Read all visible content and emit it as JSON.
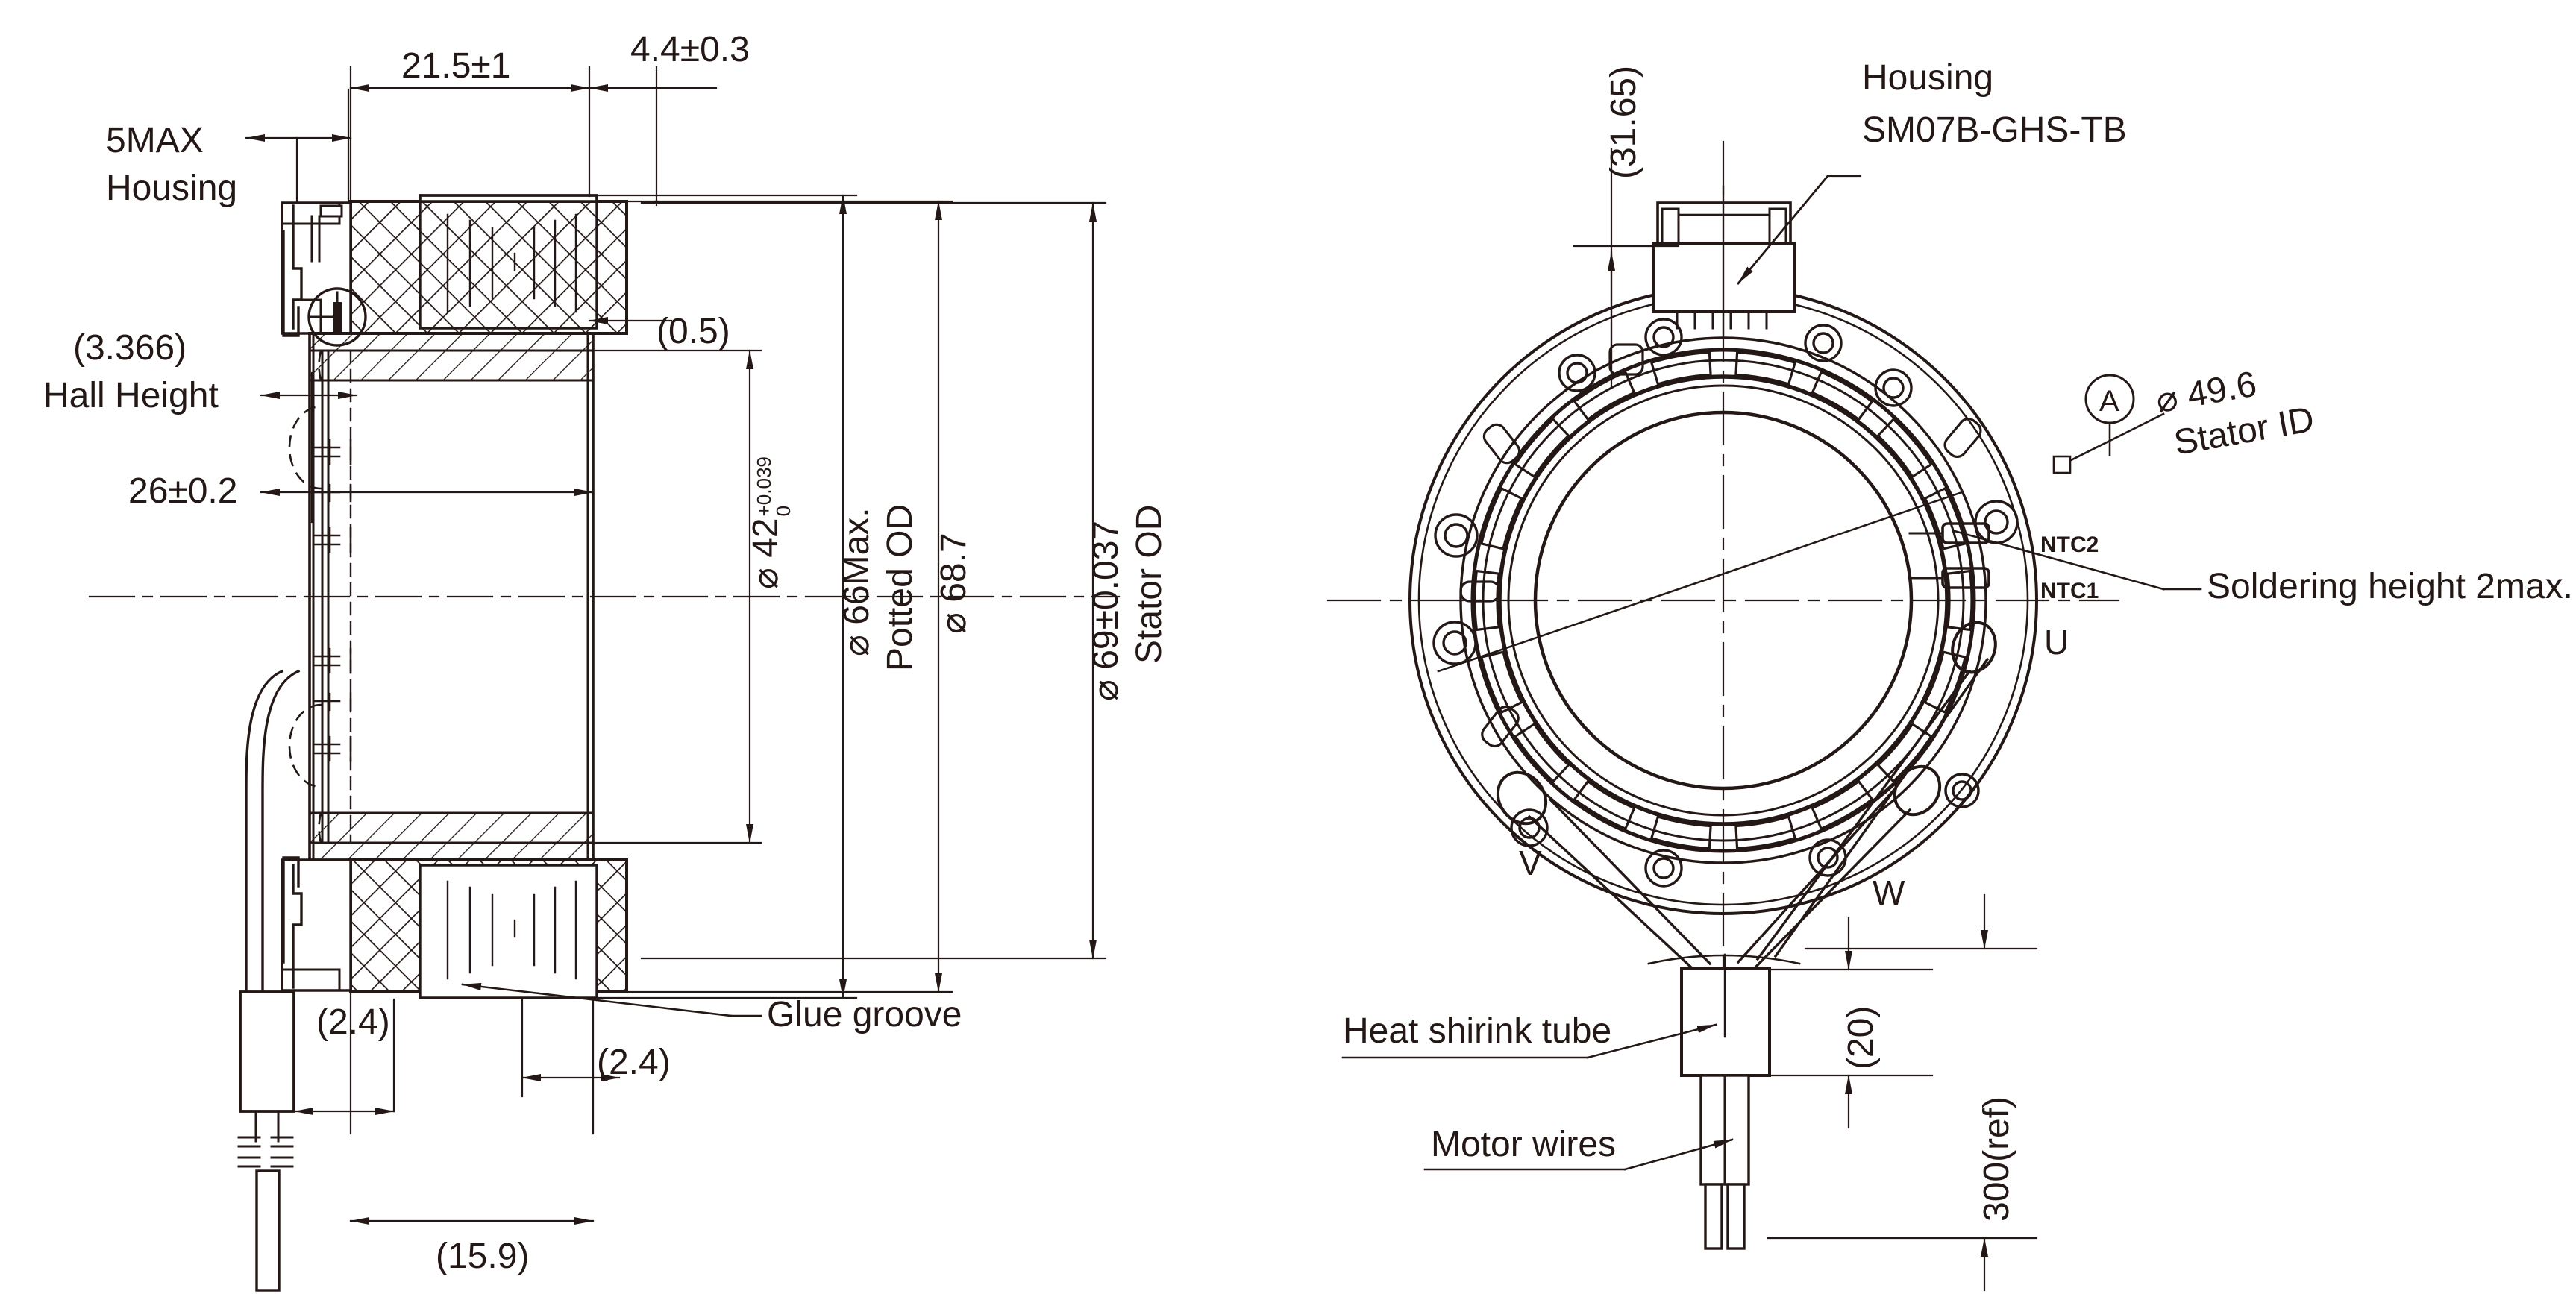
{
  "drawing": {
    "title": "Motor stator assembly drawing",
    "left_view": {
      "name": "cross-section-view",
      "labels": {
        "max_housing_l1": "5MAX",
        "max_housing_l2": "Housing",
        "hall_height_l1": "(3.366)",
        "hall_height_l2": "Hall Height",
        "width_26": "26±0.2",
        "dim_21_5": "21.5±1",
        "dim_4_4": "4.4±0.3",
        "dim_0_5": "(0.5)",
        "dia_42_main": "⌀ 42",
        "dia_42_tol_upper": "+0.039",
        "dia_42_tol_lower": "0",
        "dia_66_l1": "⌀ 66Max.",
        "dia_66_l2": "Potted OD",
        "dia_68_7": "⌀ 68.7",
        "dia_69_l1": "⌀ 69±0.037",
        "dia_69_l2": "Stator OD",
        "glue_groove": "Glue groove",
        "dim_2_4_left": "(2.4)",
        "dim_2_4_right": "(2.4)",
        "dim_15_9": "(15.9)"
      }
    },
    "right_view": {
      "name": "front-face-view",
      "labels": {
        "dim_31_65": "(31.65)",
        "housing_l1": "Housing",
        "housing_l2": "SM07B-GHS-TB",
        "datum_a": "A",
        "stator_id_l1": "⌀ 49.6",
        "stator_id_l2": "Stator ID",
        "soldering_height": "Soldering height 2max.",
        "ntc2": "NTC2",
        "ntc1": "NTC1",
        "terminal_u": "U",
        "terminal_v": "V",
        "terminal_w": "W",
        "heat_shrink_tube": "Heat shirink tube",
        "motor_wires": "Motor wires",
        "dim_20": "(20)",
        "dim_300_ref": "300(ref)"
      }
    },
    "style": {
      "line_color": "#231815",
      "background": "#ffffff"
    }
  }
}
